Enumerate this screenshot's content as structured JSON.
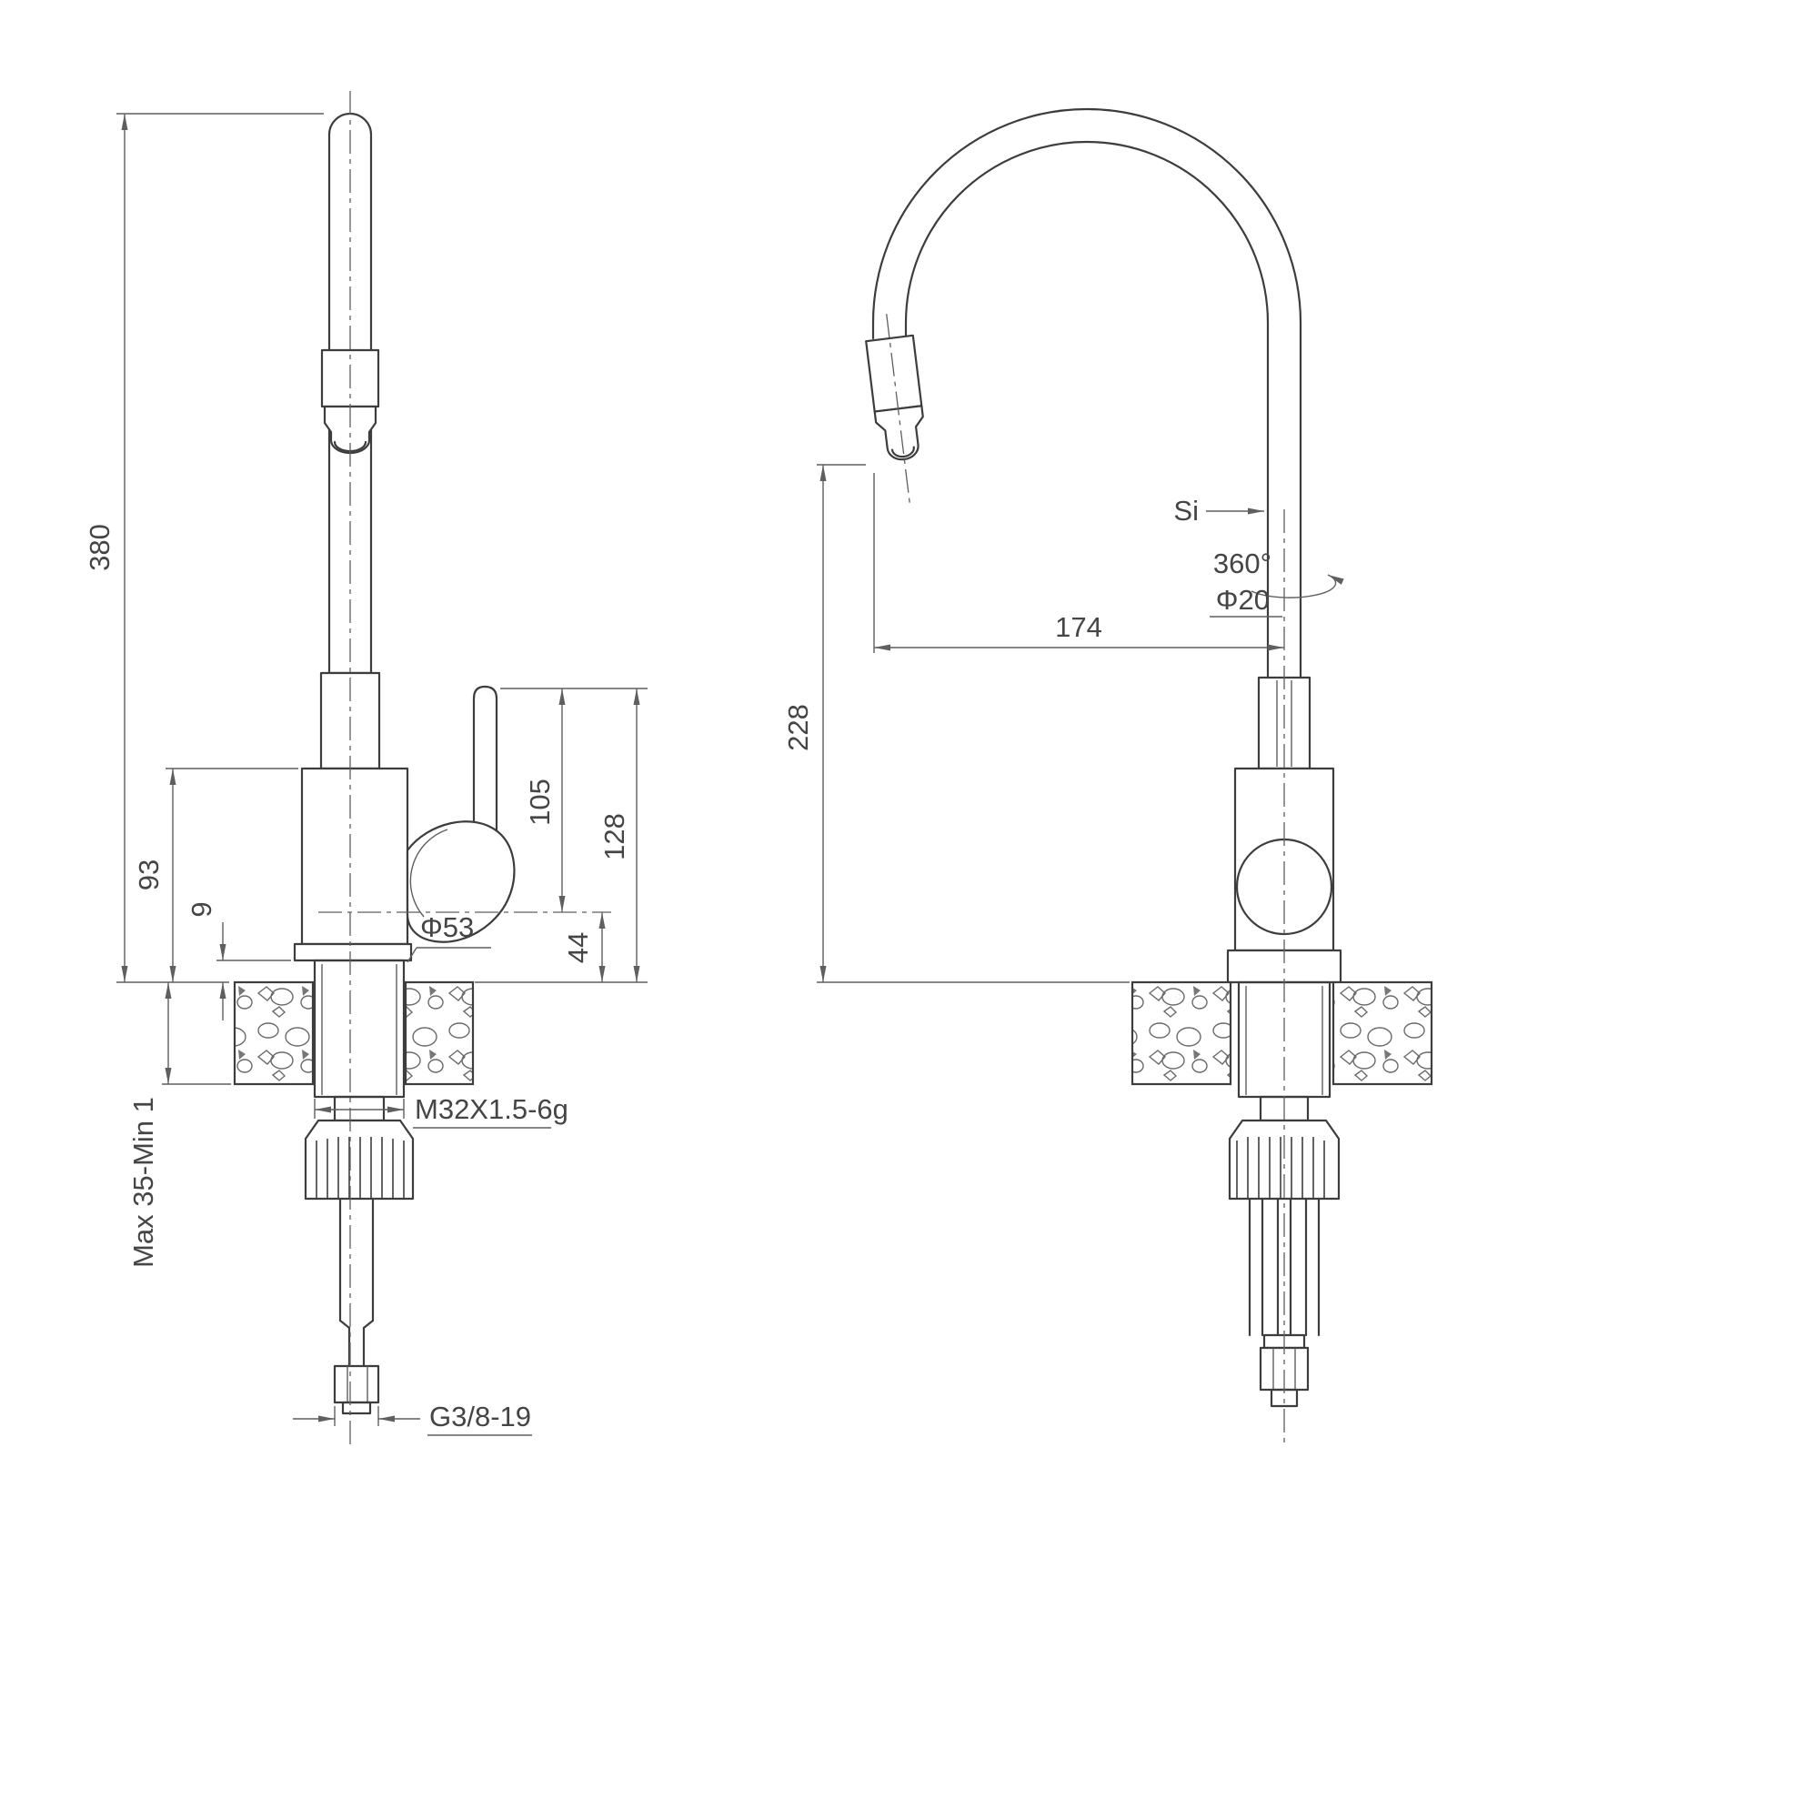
{
  "drawing": {
    "left_view": {
      "total_height": "380",
      "body_height": "93",
      "deck_gap": "9",
      "deck_thickness": "Max 35-Min 1",
      "handle_height": "105",
      "overall_height_above_deck": "128",
      "outlet_height": "44",
      "base_diameter": "Φ53",
      "shank_thread": "M32X1.5-6g",
      "supply_thread": "G3/8-19"
    },
    "right_view": {
      "outlet_clearance": "228",
      "spout_reach": "174",
      "swivel_angle": "360°",
      "spout_diameter": "Φ20",
      "spout_label": "Si"
    }
  }
}
